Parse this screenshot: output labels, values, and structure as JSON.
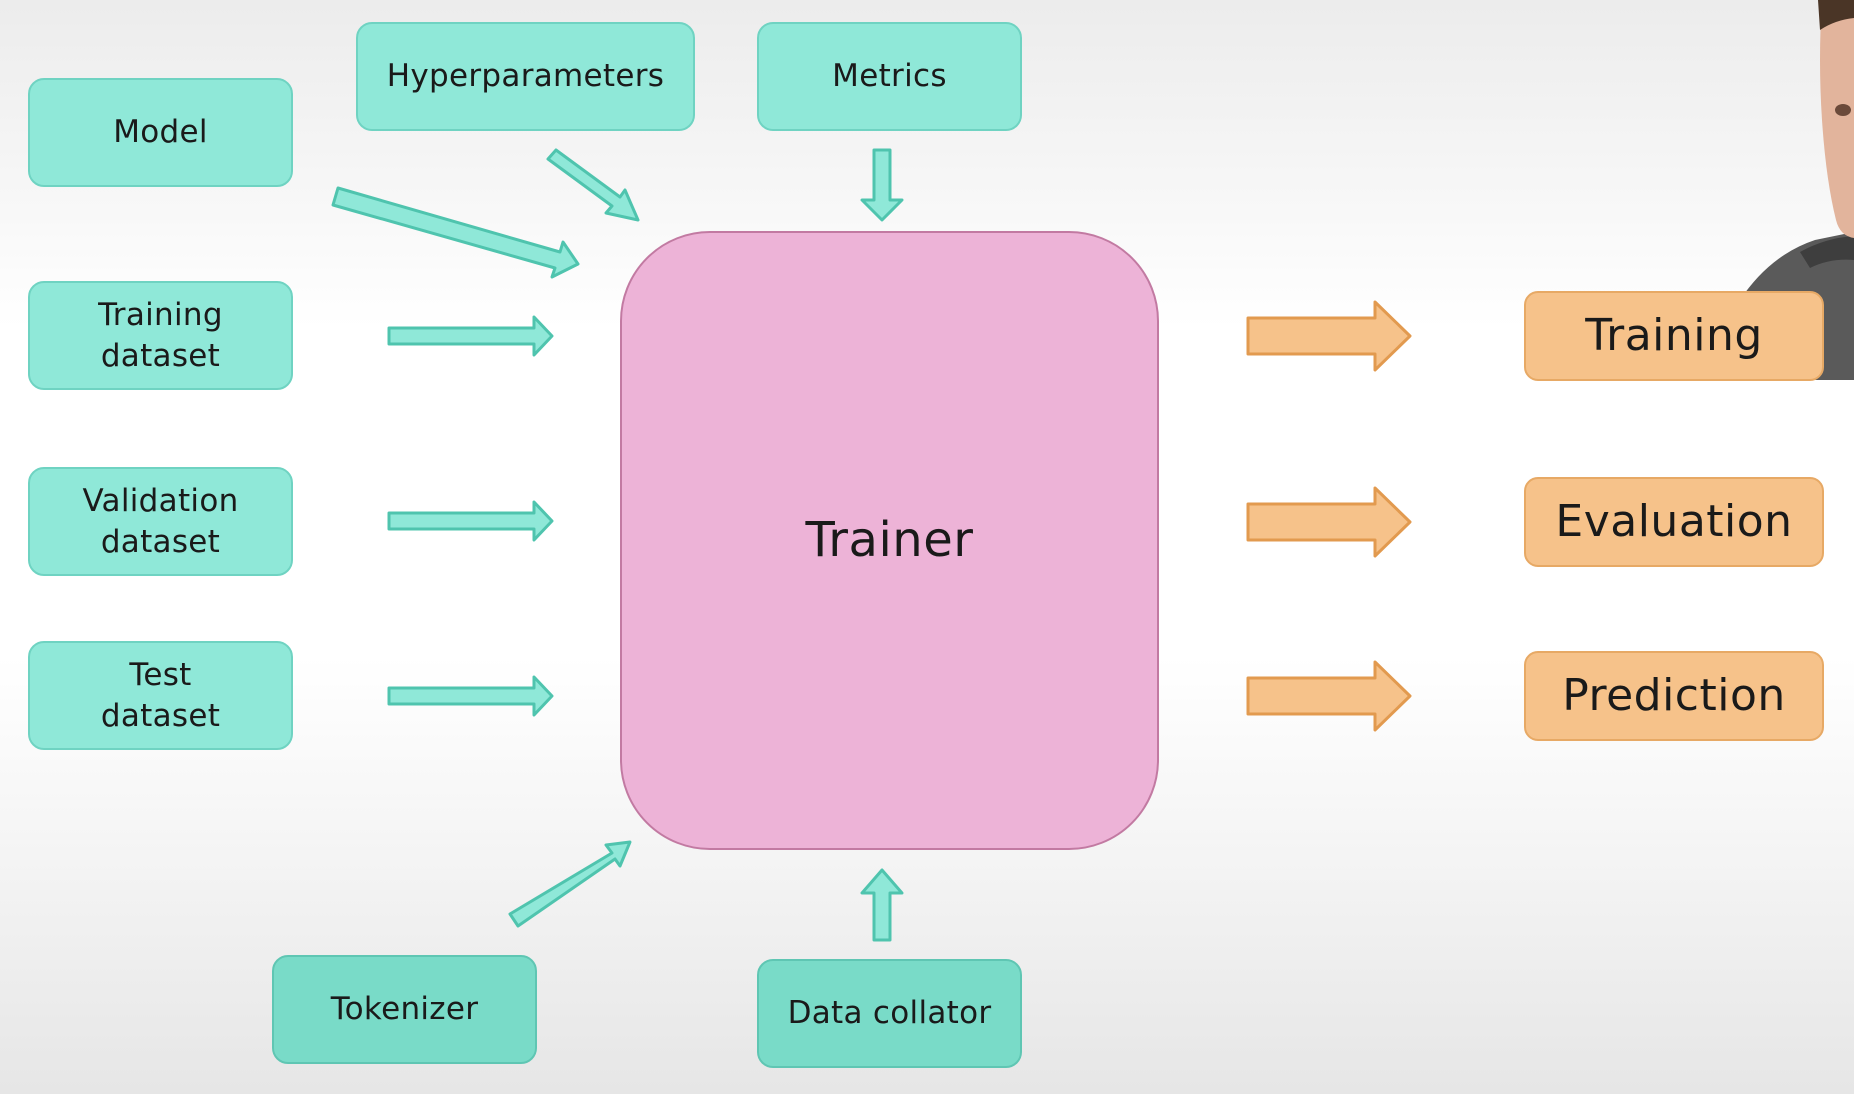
{
  "inputs": {
    "model": "Model",
    "hyperparameters": "Hyperparameters",
    "metrics": "Metrics",
    "training_dataset": "Training\ndataset",
    "validation_dataset": "Validation\ndataset",
    "test_dataset": "Test\ndataset",
    "tokenizer": "Tokenizer",
    "data_collator": "Data collator"
  },
  "center": {
    "trainer": "Trainer"
  },
  "outputs": {
    "training": "Training",
    "evaluation": "Evaluation",
    "prediction": "Prediction"
  },
  "colors": {
    "input_fill": "#8fe8d8",
    "input_border": "#6fd3c2",
    "trainer_fill": "#edb3d7",
    "trainer_border": "#c27aa2",
    "output_fill": "#f6c28a",
    "output_border": "#e7a965",
    "input_arrow_fill": "#8fe8d8",
    "input_arrow_stroke": "#4fc4ae",
    "output_arrow_fill": "#f6c28a",
    "output_arrow_stroke": "#e29a4f"
  }
}
